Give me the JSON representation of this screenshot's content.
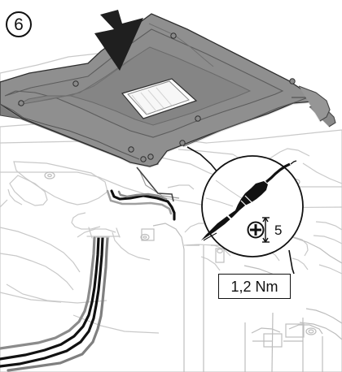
{
  "diagram": {
    "step_number": "6",
    "screw_size": "5",
    "torque": "1,2 Nm"
  }
}
